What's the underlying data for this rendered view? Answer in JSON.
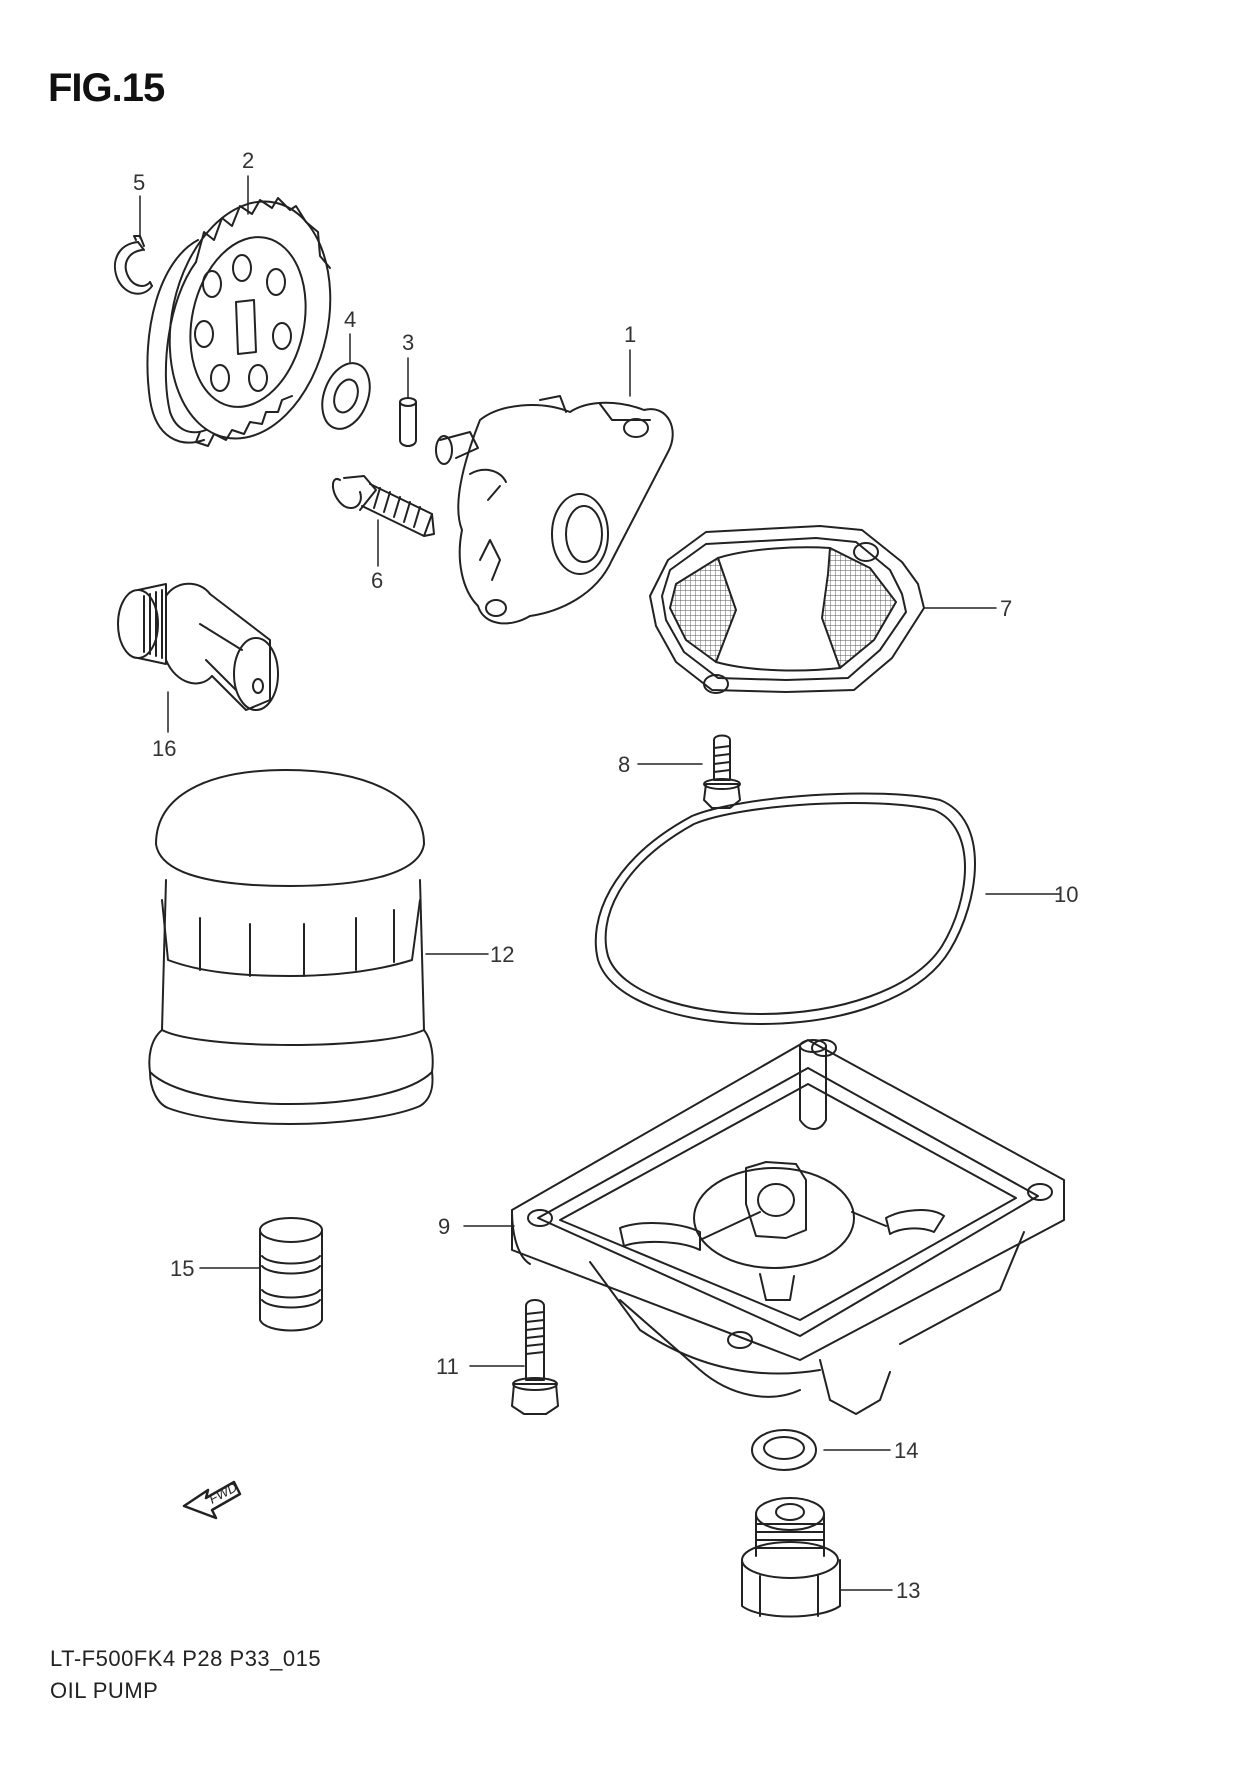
{
  "figure": {
    "title": "FIG.15",
    "drawing_code": "LT-F500FK4 P28 P33_015",
    "drawing_name": "OIL PUMP",
    "forward_badge": "FWD"
  },
  "callouts": [
    {
      "id": "c1",
      "label": "1"
    },
    {
      "id": "c2",
      "label": "2"
    },
    {
      "id": "c3",
      "label": "3"
    },
    {
      "id": "c4",
      "label": "4"
    },
    {
      "id": "c5",
      "label": "5"
    },
    {
      "id": "c6",
      "label": "6"
    },
    {
      "id": "c7",
      "label": "7"
    },
    {
      "id": "c8",
      "label": "8"
    },
    {
      "id": "c9",
      "label": "9"
    },
    {
      "id": "c10",
      "label": "10"
    },
    {
      "id": "c11",
      "label": "11"
    },
    {
      "id": "c12",
      "label": "12"
    },
    {
      "id": "c13",
      "label": "13"
    },
    {
      "id": "c14",
      "label": "14"
    },
    {
      "id": "c15",
      "label": "15"
    },
    {
      "id": "c16",
      "label": "16"
    }
  ],
  "colors": {
    "ink": "#222222",
    "paper": "#ffffff",
    "mesh": "#555555"
  }
}
